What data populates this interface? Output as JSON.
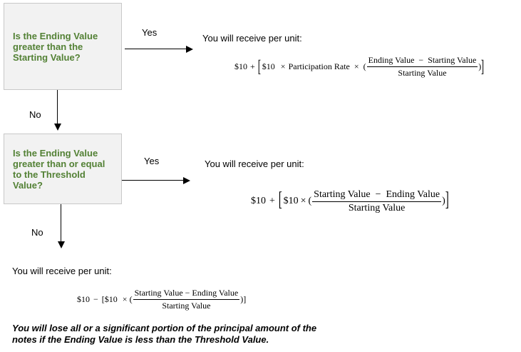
{
  "decision1": {
    "question": "Is the Ending Value greater than the Starting Value?",
    "yes_label": "Yes",
    "no_label": "No"
  },
  "outcome1": {
    "heading": "You will receive per unit:",
    "formula": {
      "base": "$10",
      "plus": "+",
      "open_bracket": "[",
      "inner": "$10",
      "times": "×",
      "factor": "Participation Rate",
      "times2": "×",
      "open_paren": "(",
      "numerator": "Ending Value  −  Starting Value",
      "denominator": "Starting Value",
      "close_paren": ")",
      "close_bracket": "]"
    }
  },
  "decision2": {
    "question": "Is the Ending Value greater than or equal to the Threshold Value?",
    "yes_label": "Yes",
    "no_label": "No"
  },
  "outcome2": {
    "heading": "You will receive per unit:",
    "formula": {
      "base": "$10",
      "plus": "+",
      "open_bracket": "[",
      "inner": "$10",
      "times": "×",
      "open_paren": "(",
      "numerator": "Starting Value  −  Ending Value",
      "denominator": "Starting Value",
      "close_paren": ")",
      "close_bracket": "]"
    }
  },
  "outcome3": {
    "heading": "You will receive per unit:",
    "formula": {
      "base": "$10",
      "minus": "−",
      "open_bracket": "[$10",
      "times": "×",
      "open_paren": "(",
      "numerator": "Starting Value − Ending Value",
      "denominator": "Starting Value",
      "close": ")]"
    },
    "note": "You will lose all or a significant portion of the principal amount of the notes if the Ending Value is less than the Threshold Value."
  }
}
